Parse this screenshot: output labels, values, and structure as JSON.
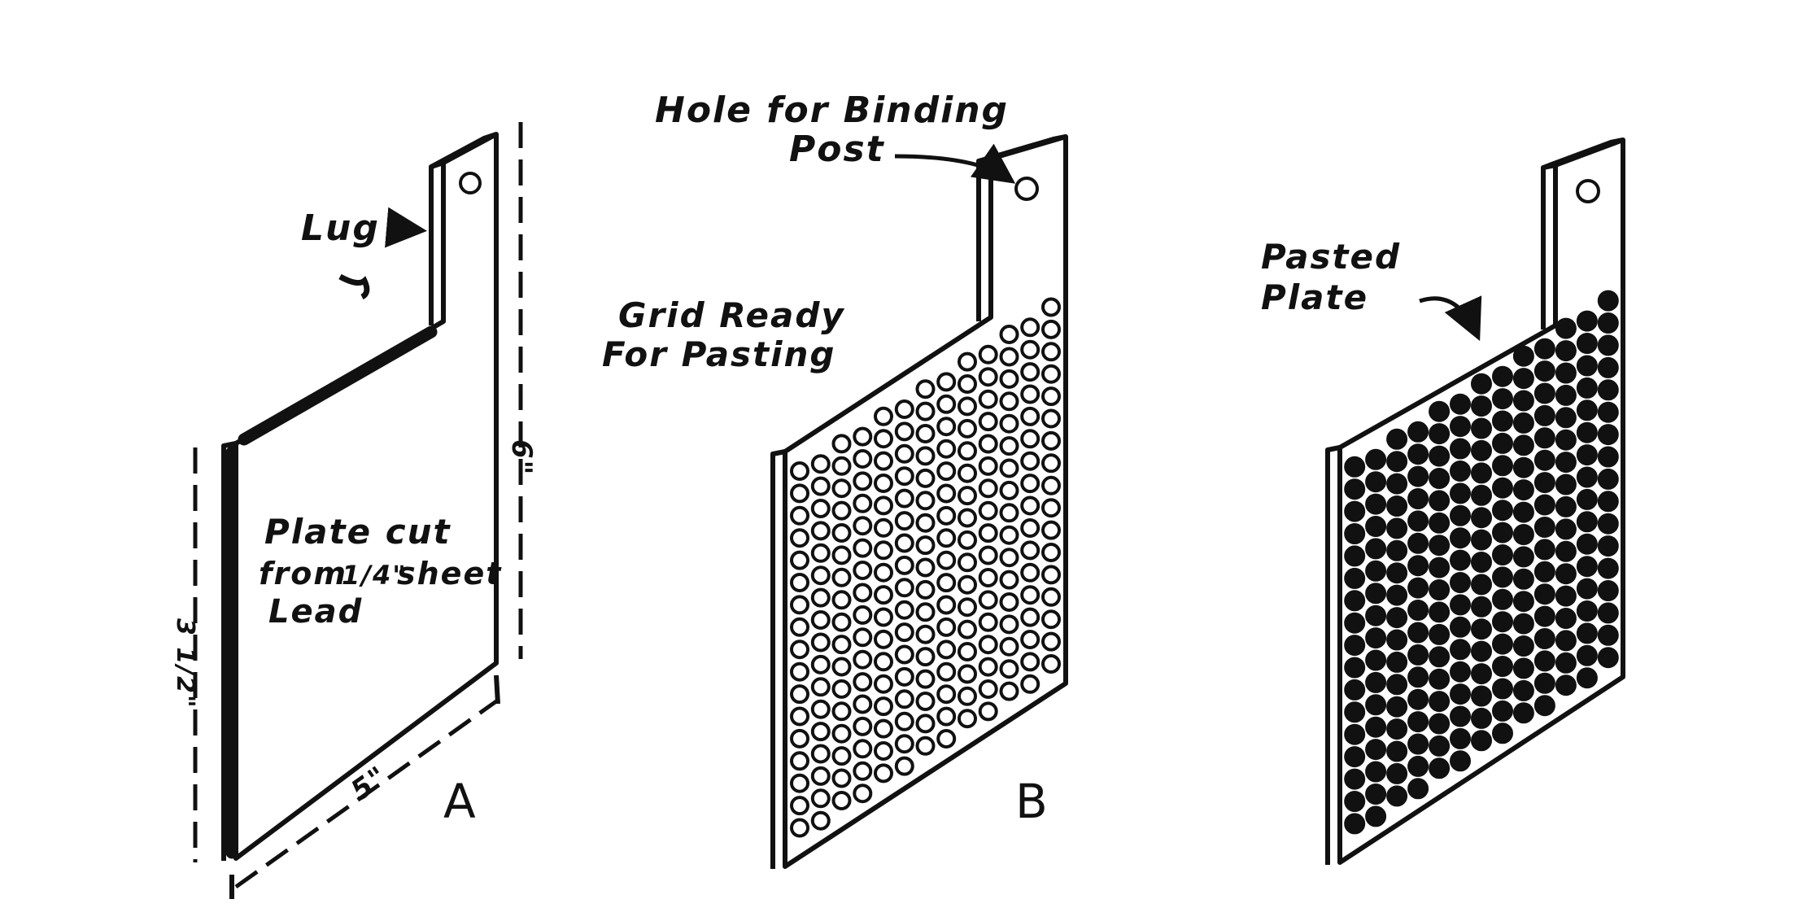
{
  "plate_a": {
    "label_lug": "Lug",
    "note_line1": "Plate cut",
    "note_line2_a": "from",
    "note_line2_frac": "1/4\"",
    "note_line2_b": "sheet",
    "note_line3": "Lead",
    "dim_width": "5\"",
    "dim_height": "6\"",
    "dim_left": "3 1/2\"",
    "letter": "A"
  },
  "plate_b": {
    "hole_line1": "Hole for Binding",
    "hole_line2": "Post",
    "grid_line1": "Grid Ready",
    "grid_line2": "For Pasting",
    "letter": "B"
  },
  "plate_c": {
    "line1": "Pasted",
    "line2": "Plate"
  }
}
